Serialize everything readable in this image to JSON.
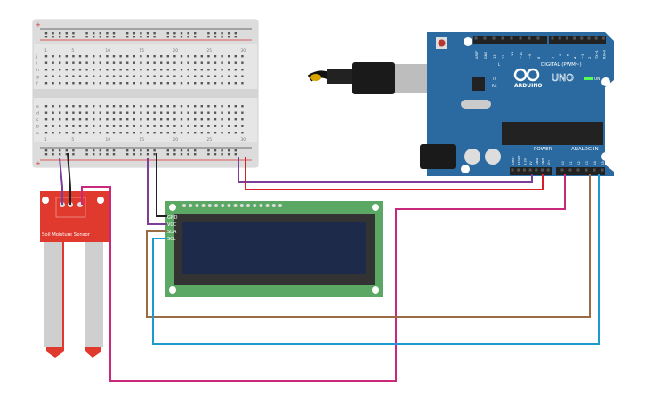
{
  "breadboard": {
    "columns": [
      "1",
      "5",
      "10",
      "15",
      "20",
      "25",
      "30"
    ],
    "rows_top": [
      "j",
      "i",
      "h",
      "g",
      "f"
    ],
    "rows_bottom": [
      "e",
      "d",
      "c",
      "b",
      "a"
    ],
    "plus": "+",
    "minus": "-"
  },
  "arduino": {
    "brand": "ARDUINO",
    "model": "UNO",
    "digital_label": "DIGITAL (PWM~)",
    "power_label": "POWER",
    "analog_label": "ANALOG IN",
    "on_label": "ON",
    "led_labels": [
      "L",
      "TX",
      "RX"
    ],
    "digital_pins": [
      "AREF",
      "GND",
      "13",
      "12",
      "~11",
      "~10",
      "~9",
      "8",
      "7",
      "~6",
      "~5",
      "4",
      "~3",
      "2",
      "TX→1",
      "RX←0"
    ],
    "power_pins": [
      "IOREF",
      "RESET",
      "3.3V",
      "5V",
      "GND",
      "GND",
      "Vin"
    ],
    "analog_pins": [
      "A0",
      "A1",
      "A2",
      "A3",
      "A4",
      "A5"
    ],
    "colors": {
      "board": "#2a6aa0",
      "header": "#222222"
    }
  },
  "lcd": {
    "pins": [
      "GND",
      "VCC",
      "SDA",
      "SCL"
    ],
    "colors": {
      "pcb": "#5aa863",
      "screen": "#1d2a4a"
    }
  },
  "sensor": {
    "label": "Soil Moisture Sensor",
    "colors": {
      "pcb": "#e03a2e"
    }
  },
  "wires": {
    "colors": {
      "purple": "#7b3f9a",
      "black": "#222222",
      "red": "#d3202a",
      "magenta": "#c8297a",
      "brown": "#9a6b45",
      "blue": "#1f9ad0"
    }
  }
}
